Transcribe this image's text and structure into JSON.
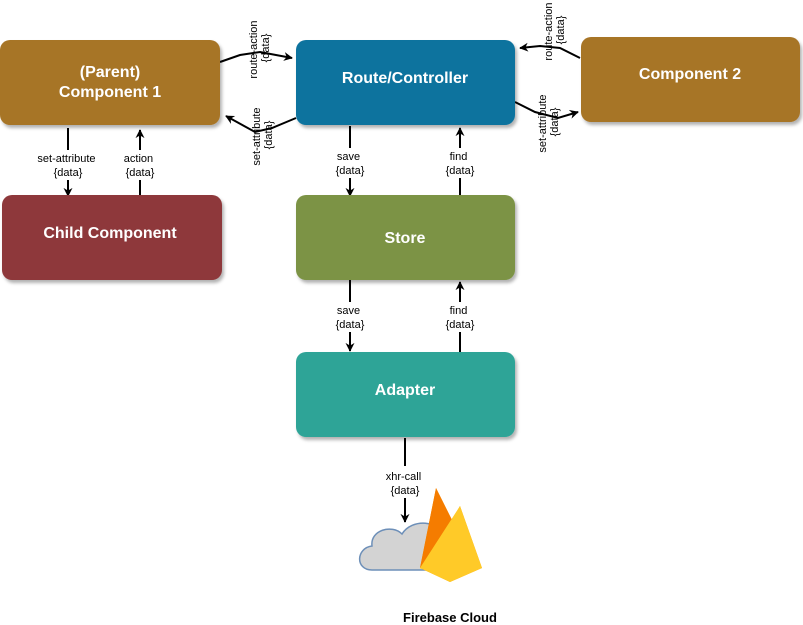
{
  "nodes": {
    "parent_component": {
      "line1": "(Parent)",
      "line2": "Component 1",
      "color": "#A77428"
    },
    "route_controller": {
      "label": "Route/Controller",
      "color": "#10739E"
    },
    "component2": {
      "label": "Component 2",
      "color": "#A77428"
    },
    "child_component": {
      "label": "Child Component",
      "color": "#8E393A"
    },
    "store": {
      "label": "Store",
      "color": "#7B9344"
    },
    "adapter": {
      "label": "Adapter",
      "color": "#2EA497"
    }
  },
  "edges": {
    "parent_to_route": {
      "line1": "route-action",
      "line2": "{data}"
    },
    "route_to_parent": {
      "line1": "set-attribute",
      "line2": "{data}"
    },
    "comp2_to_route": {
      "line1": "route-action",
      "line2": "{data}"
    },
    "route_to_comp2": {
      "line1": "set-attribute",
      "line2": "{data}"
    },
    "parent_to_child": {
      "line1": "set-attribute",
      "line2": "{data}"
    },
    "child_to_parent": {
      "line1": "action",
      "line2": "{data}"
    },
    "route_to_store": {
      "line1": "save",
      "line2": "{data}"
    },
    "store_to_route": {
      "line1": "find",
      "line2": "{data}"
    },
    "store_to_adapter": {
      "line1": "save",
      "line2": "{data}"
    },
    "adapter_to_store": {
      "line1": "find",
      "line2": "{data}"
    },
    "adapter_to_cloud": {
      "line1": "xhr-call",
      "line2": "{data}"
    }
  },
  "cloud": {
    "caption": "Firebase Cloud"
  },
  "icons": [
    "cloud-icon",
    "firebase-flame-icon"
  ]
}
